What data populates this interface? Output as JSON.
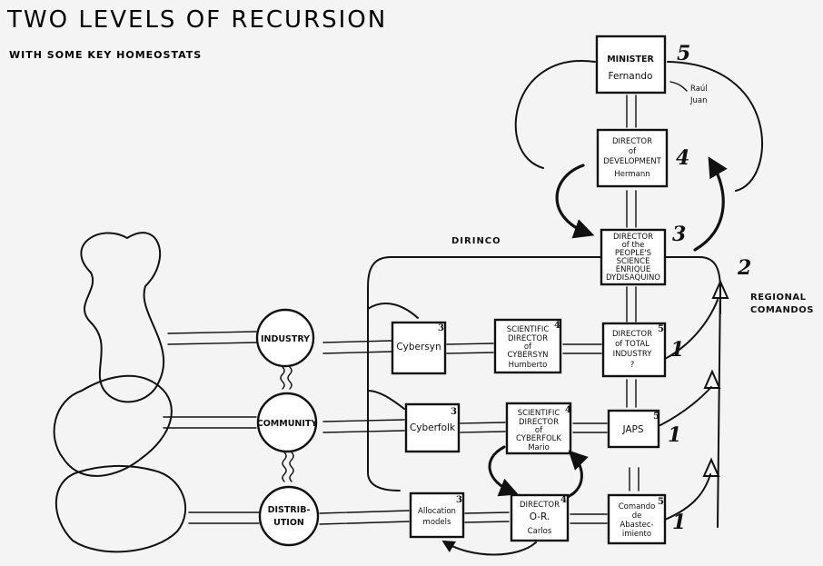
{
  "title": "TWO LEVELS OF RECURSION",
  "subtitle": "WITH SOME KEY HOMEOSTATS",
  "labels": {
    "dirinco": "DIRINCO",
    "regional_1": "REGIONAL",
    "regional_2": "COMANDOS",
    "raul": "Raúl",
    "juan": "Juan"
  },
  "numbers": {
    "n5_top": "5",
    "n4": "4",
    "n3": "3",
    "n2": "2",
    "n1_industry": "1",
    "n1_japs": "1",
    "n1_comando": "1",
    "s3_cybersyn": "3",
    "s3_cyberfolk": "3",
    "s3_allocation": "3",
    "s4_sci_cybersyn": "4",
    "s4_sci_cyberfolk": "4",
    "s4_director_or": "4",
    "s5_total_industry": "5",
    "s5_japs": "5",
    "s5_comando": "5"
  },
  "boxes": {
    "minister": [
      "MINISTER",
      "Fernando"
    ],
    "director_dev": [
      "DIRECTOR",
      "of",
      "DEVELOPMENT",
      "Hermann"
    ],
    "director_people": [
      "DIRECTOR",
      "of the",
      "PEOPLE'S",
      "SCIENCE",
      "ENRIQUE",
      "DYDISAQUINO"
    ],
    "cybersyn": [
      "Cybersyn"
    ],
    "sci_cybersyn": [
      "SCIENTIFIC",
      "DIRECTOR",
      "of",
      "CYBERSYN",
      "Humberto"
    ],
    "total_industry": [
      "DIRECTOR",
      "of TOTAL",
      "INDUSTRY",
      "?"
    ],
    "cyberfolk": [
      "Cyberfolk"
    ],
    "sci_cyberfolk": [
      "SCIENTIFIC",
      "DIRECTOR",
      "of",
      "CYBERFOLK",
      "Mario"
    ],
    "japs": [
      "JAPS"
    ],
    "allocation": [
      "Allocation",
      "models"
    ],
    "director_or": [
      "DIRECTOR",
      "O-R.",
      "Carlos"
    ],
    "comando": [
      "Comando",
      "de",
      "Abastec-",
      "imiento"
    ]
  },
  "circles": {
    "industry": [
      "INDUSTRY"
    ],
    "community": [
      "COMMUNITY"
    ],
    "distribution": [
      "DISTRIB-",
      "UTION"
    ]
  }
}
